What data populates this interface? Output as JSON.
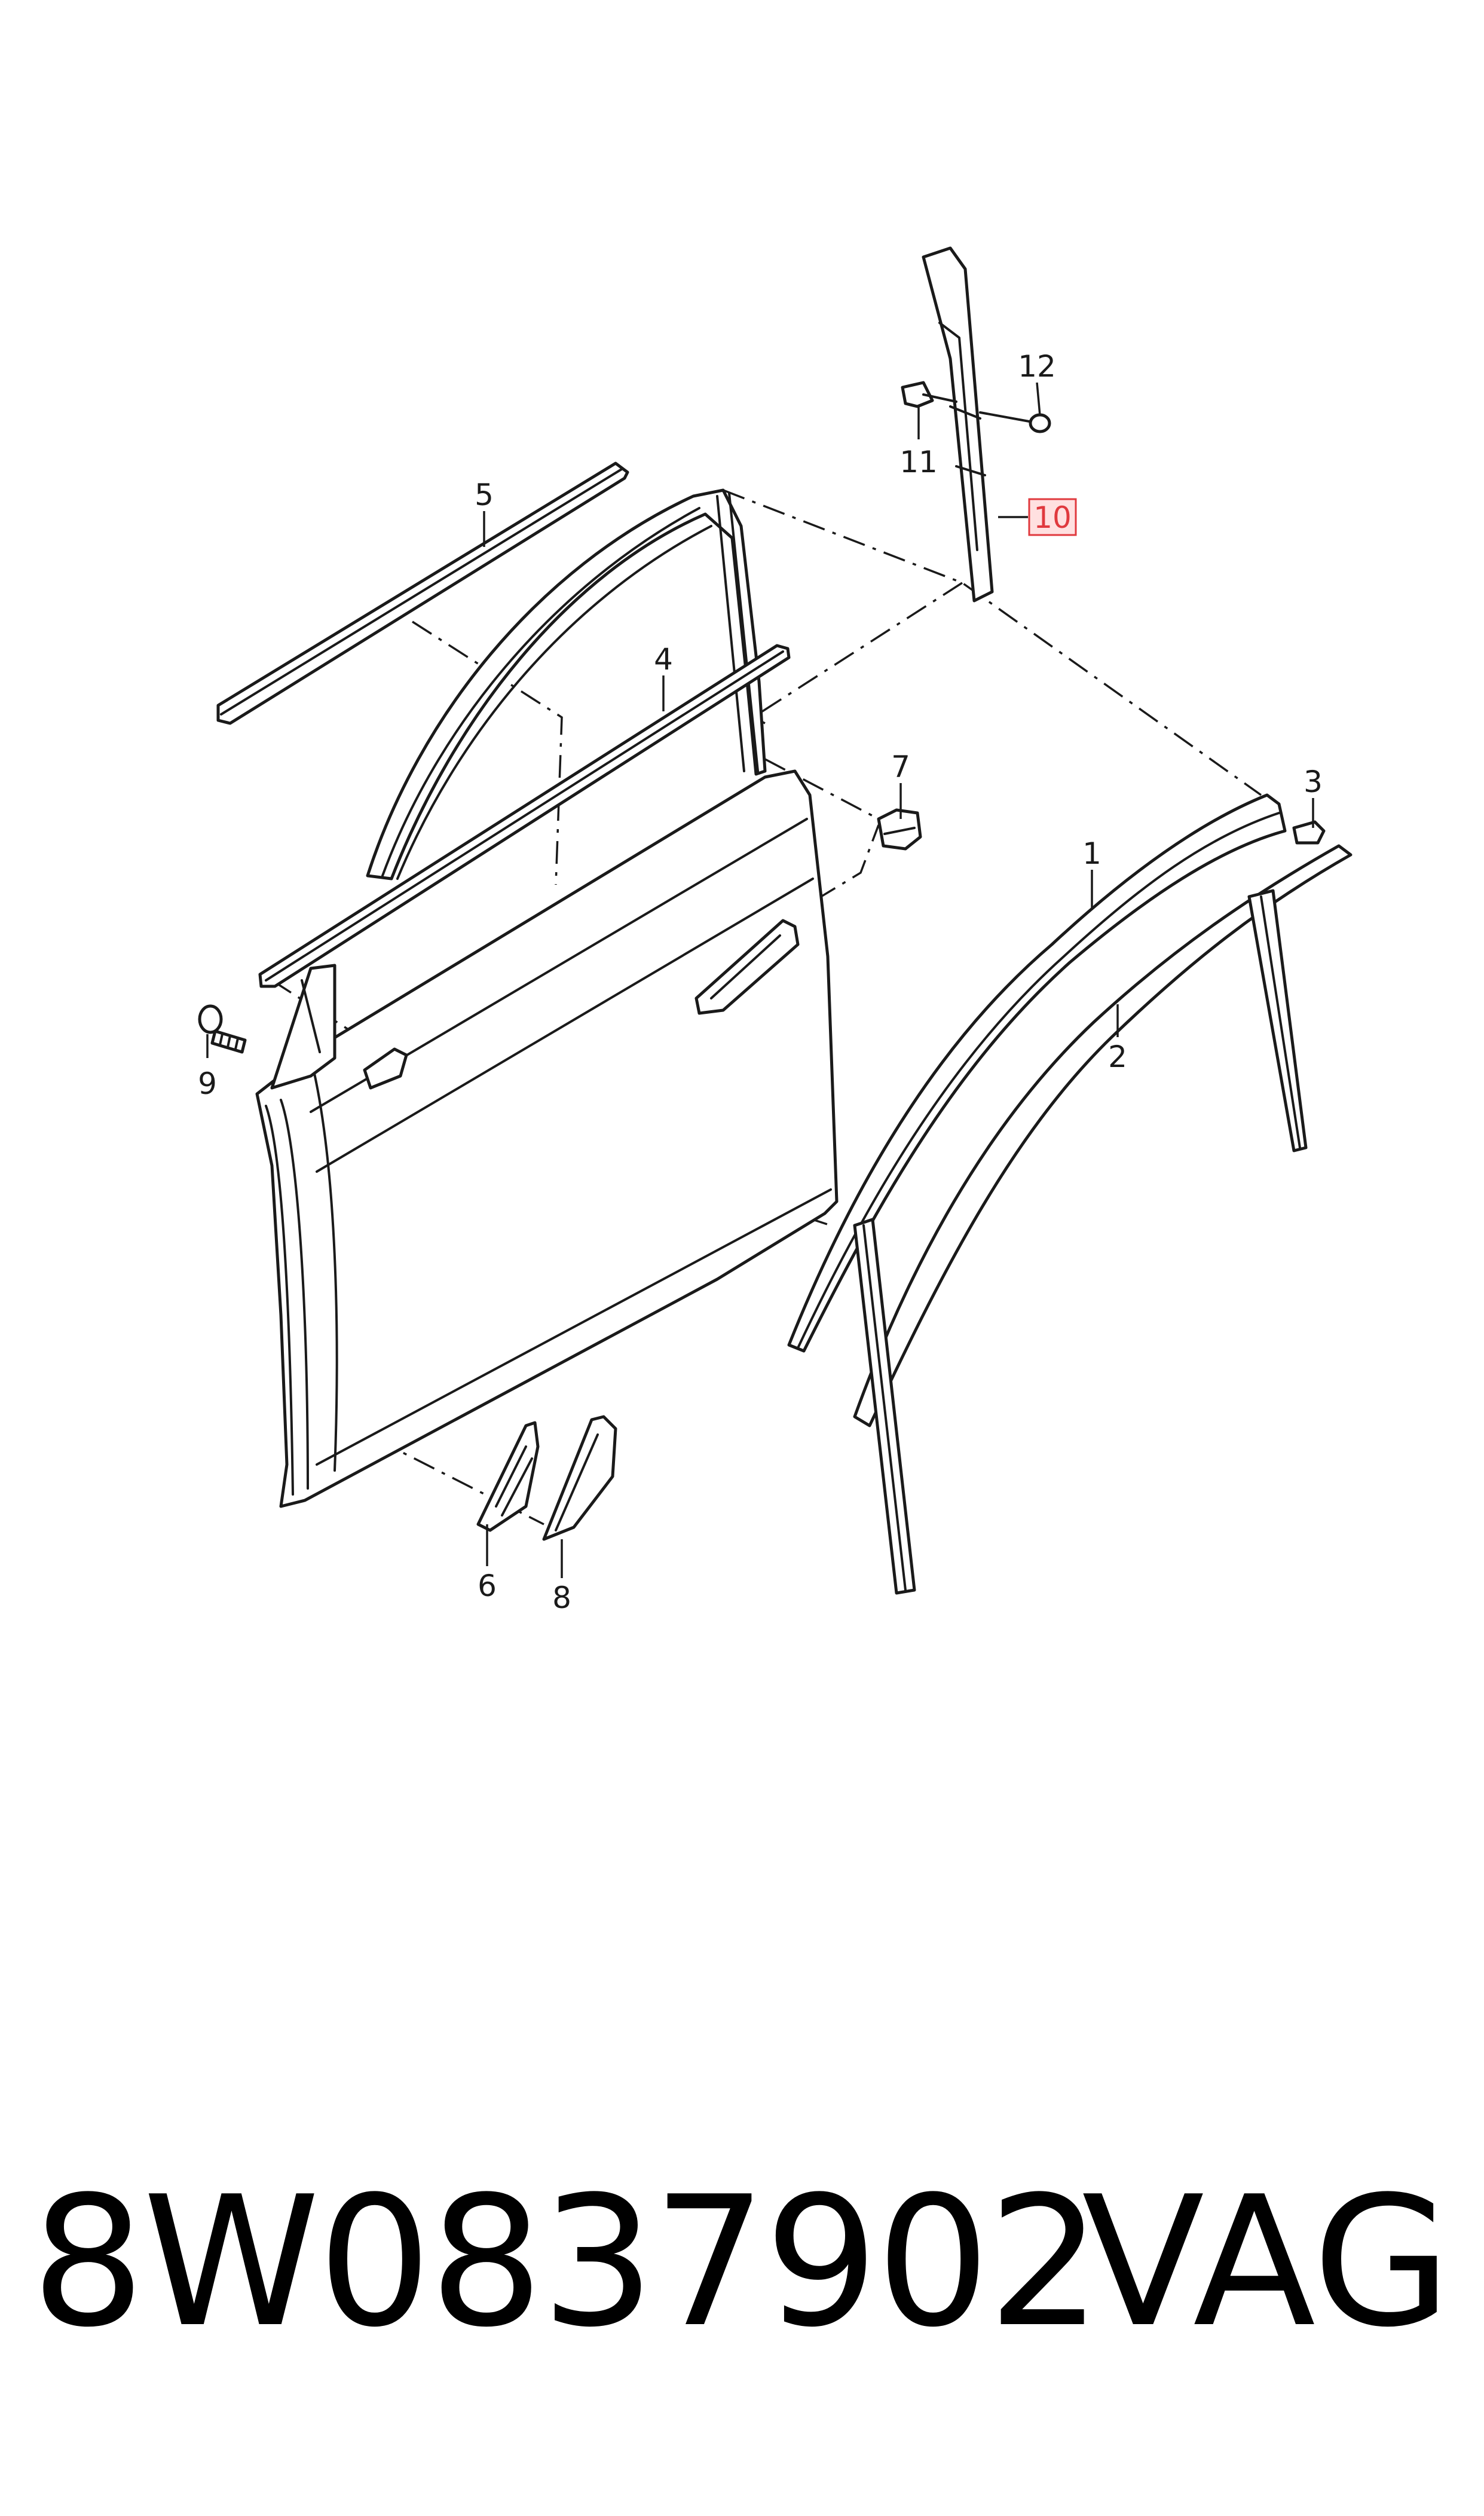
{
  "callouts": [
    {
      "id": "1",
      "label": "1"
    },
    {
      "id": "2",
      "label": "2"
    },
    {
      "id": "3",
      "label": "3"
    },
    {
      "id": "4",
      "label": "4"
    },
    {
      "id": "5",
      "label": "5"
    },
    {
      "id": "6",
      "label": "6"
    },
    {
      "id": "7",
      "label": "7"
    },
    {
      "id": "8",
      "label": "8"
    },
    {
      "id": "9",
      "label": "9"
    },
    {
      "id": "10",
      "label": "10",
      "highlighted": true
    },
    {
      "id": "11",
      "label": "11"
    },
    {
      "id": "12",
      "label": "12"
    }
  ],
  "highlight_color": "#e0393e",
  "footer": {
    "part_number": "8W0837902",
    "brand": "VAG"
  }
}
